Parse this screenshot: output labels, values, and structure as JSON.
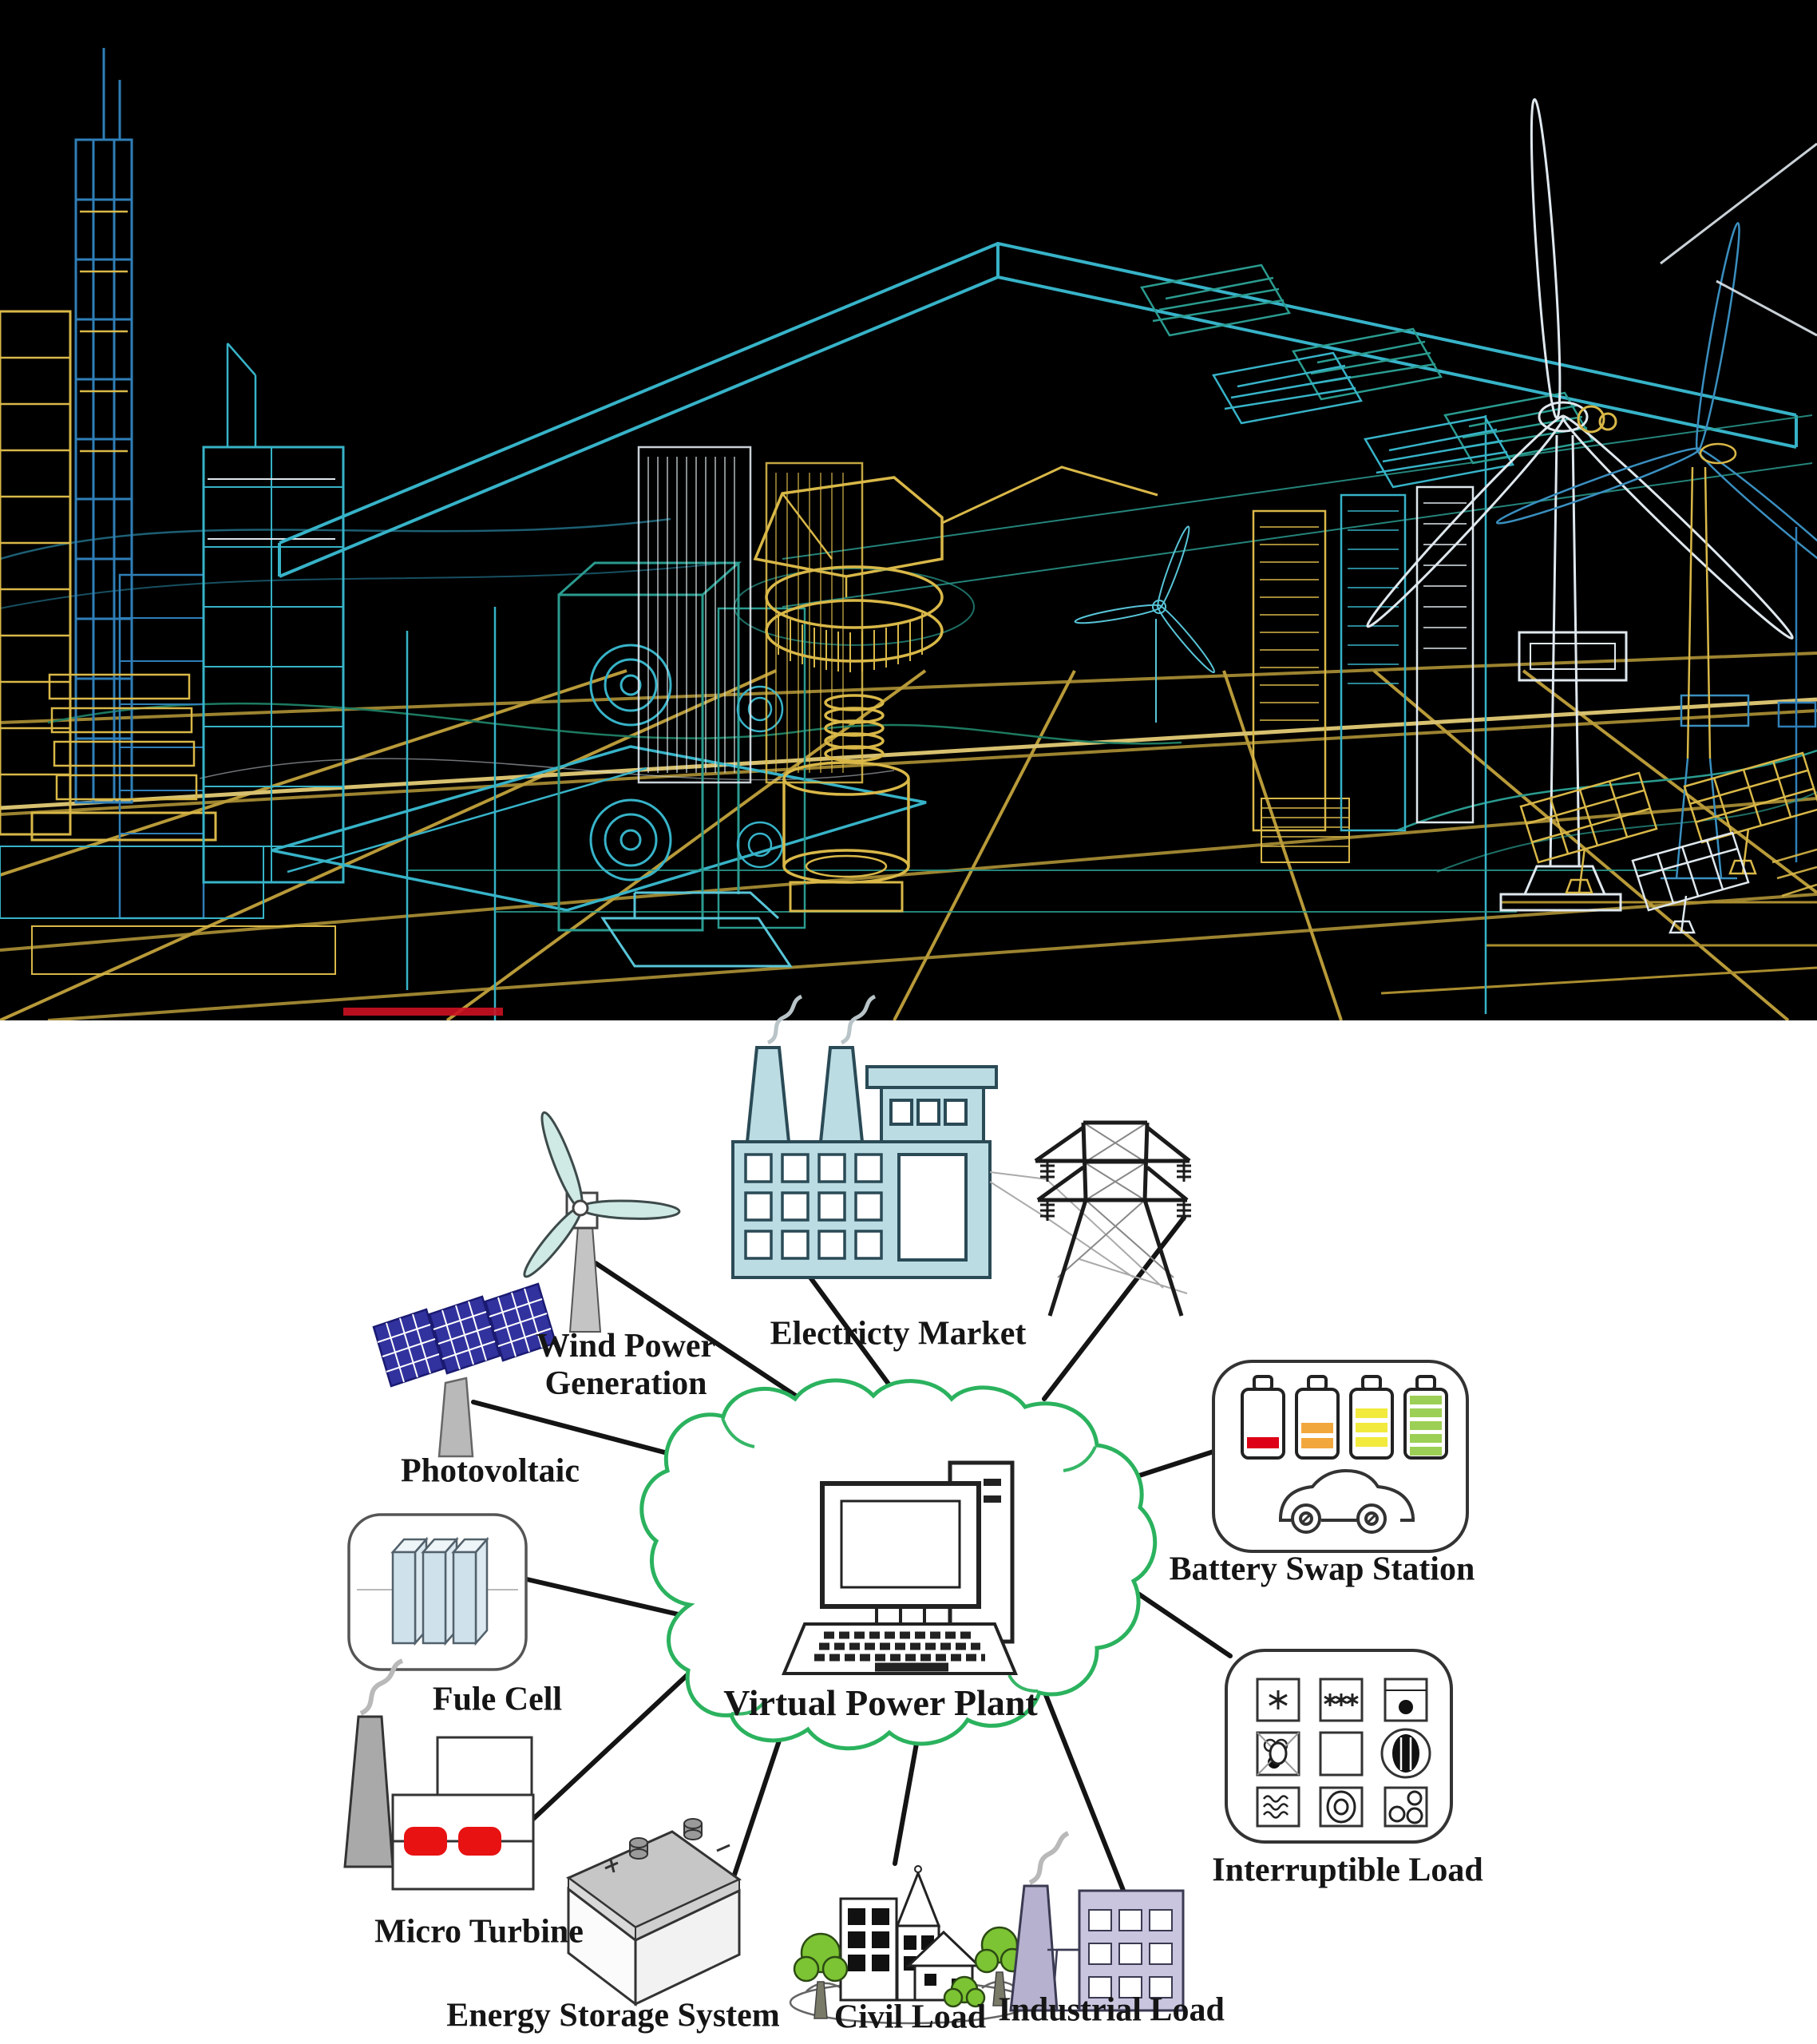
{
  "hero": {
    "description_colors": {
      "background": "#000000",
      "wire_cyan": "#37b3c8",
      "wire_blue": "#2f7fb8",
      "wire_yellow": "#d9b848",
      "wire_teal": "#2a9b8f",
      "wire_white": "#e8eef2"
    }
  },
  "diagram": {
    "background": "#ffffff",
    "cloud_color": "#2bb25e",
    "connector_color": "#141414",
    "center_node": {
      "label": "Virtual Power Plant",
      "icon": "desktop-computer"
    },
    "nodes": [
      {
        "id": "wind-power",
        "label_lines": [
          "Wind Power",
          "Generation"
        ],
        "icon": "wind-turbine"
      },
      {
        "id": "photovoltaic",
        "label": "Photovoltaic",
        "icon": "solar-panel"
      },
      {
        "id": "electricity-market",
        "label": "Electricty Market",
        "icon": "factory-and-transmission-tower"
      },
      {
        "id": "battery-swap-station",
        "label": "Battery Swap Station",
        "icon": "battery-bank-and-car",
        "battery_colors": [
          "#dd0016",
          "#f2a73d",
          "#f2ea3c",
          "#9ccf55"
        ]
      },
      {
        "id": "interruptible-load",
        "label": "Interruptible Load",
        "icon": "appliance-grid"
      },
      {
        "id": "fuel-cell",
        "label": "Fule Cell",
        "icon": "fuel-cell-stack"
      },
      {
        "id": "micro-turbine",
        "label": "Micro Turbine",
        "icon": "turbine-plant"
      },
      {
        "id": "energy-storage",
        "label": "Energy Storage System",
        "icon": "storage-battery"
      },
      {
        "id": "civil-load",
        "label": "Civil Load",
        "icon": "town-with-trees"
      },
      {
        "id": "industrial-load",
        "label": "Industrial Load",
        "icon": "industrial-factory"
      }
    ]
  }
}
